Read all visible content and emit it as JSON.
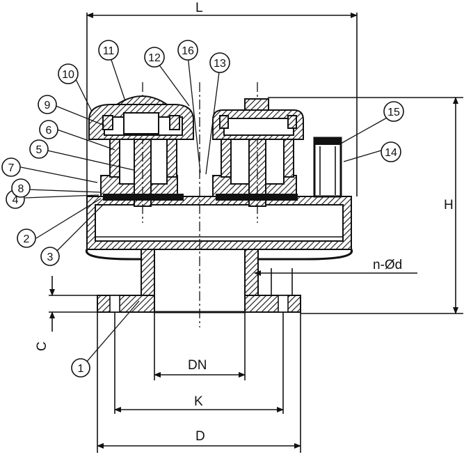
{
  "dimensions": {
    "L": "L",
    "H": "H",
    "C": "C",
    "DN": "DN",
    "K": "K",
    "D": "D",
    "holes": "n-Ød"
  },
  "parts": [
    {
      "label": "1"
    },
    {
      "label": "2"
    },
    {
      "label": "3"
    },
    {
      "label": "4"
    },
    {
      "label": "5"
    },
    {
      "label": "6"
    },
    {
      "label": "7"
    },
    {
      "label": "8"
    },
    {
      "label": "9"
    },
    {
      "label": "10"
    },
    {
      "label": "11"
    },
    {
      "label": "12"
    },
    {
      "label": "13"
    },
    {
      "label": "14"
    },
    {
      "label": "15"
    },
    {
      "label": "16"
    }
  ]
}
